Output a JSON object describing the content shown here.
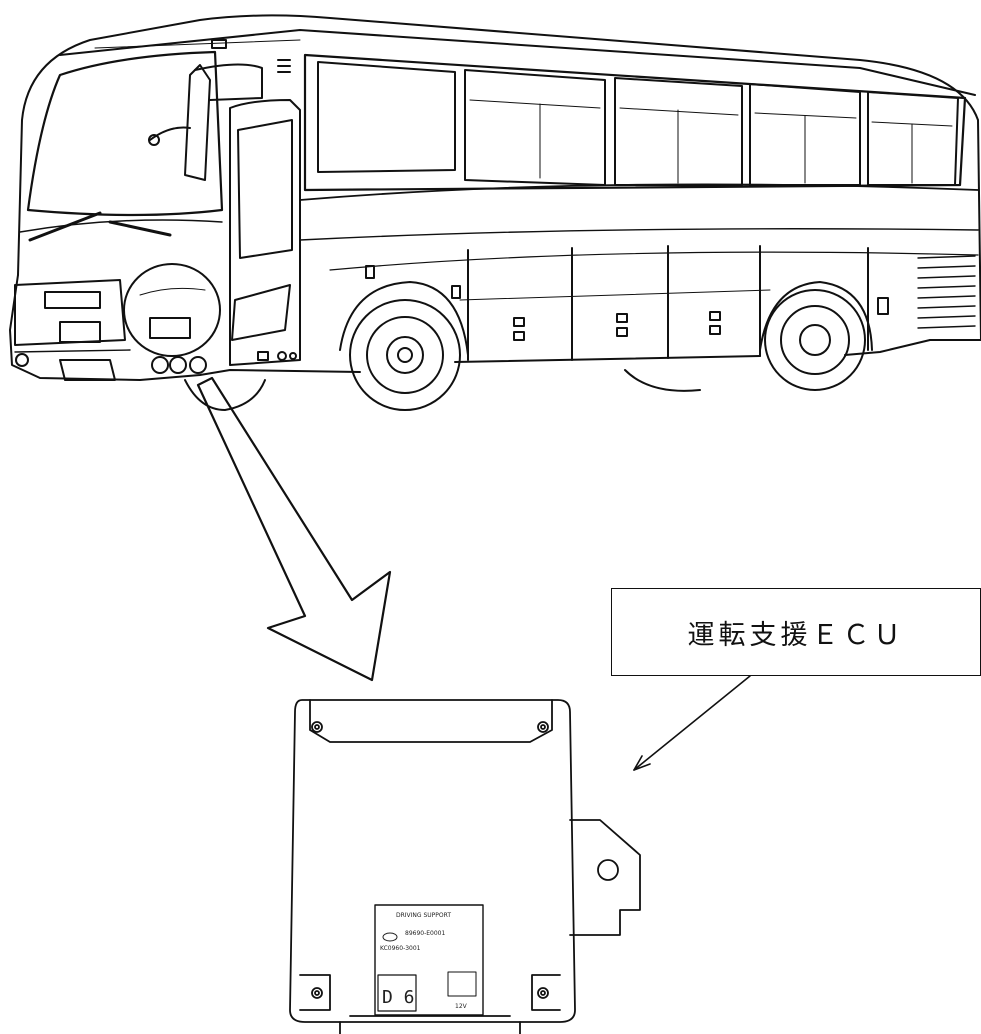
{
  "callout": {
    "label": "運転支援ＥＣＵ"
  },
  "ecu_label": {
    "line1": "DRIVING SUPPORT",
    "line2": "89690-E0001",
    "line3": "KC0960-3001",
    "code": "D 6",
    "voltage": "12V"
  },
  "icons": {
    "bus": "bus-illustration",
    "ecu": "ecu-unit-illustration",
    "pointer": "large-outline-arrow",
    "leader": "leader-line-arrow"
  },
  "colors": {
    "line": "#111111",
    "background": "#ffffff"
  }
}
